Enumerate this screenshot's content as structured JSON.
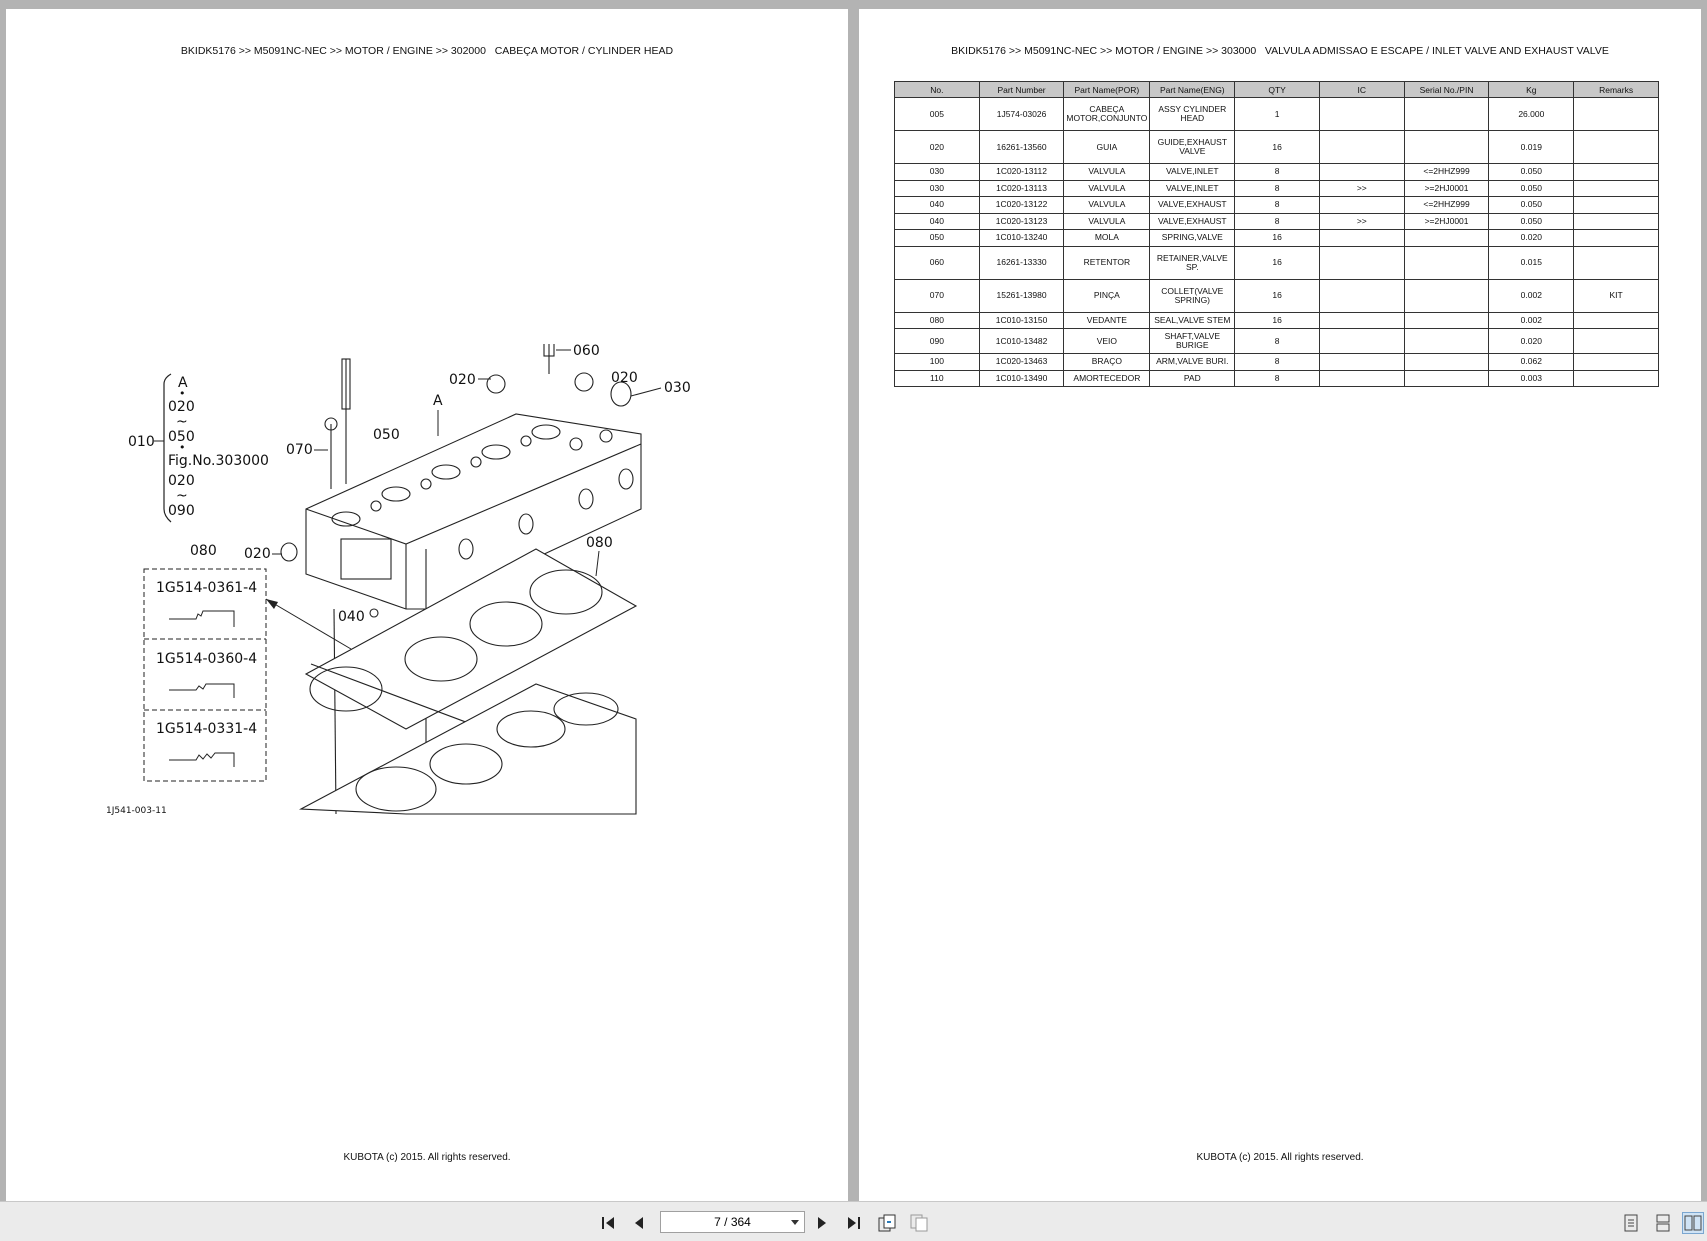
{
  "left_page": {
    "breadcrumb": "BKIDK5176 >> M5091NC-NEC >> MOTOR / ENGINE >> 302000   CABEÇA MOTOR / CYLINDER HEAD",
    "copyright": "KUBOTA (c) 2015. All rights reserved.",
    "diagram": {
      "bracket_lines": [
        "A",
        "•",
        "020",
        "~",
        "050",
        "•",
        "Fig.No.303000",
        "020",
        "~",
        "090"
      ],
      "bracket_ref": "010",
      "callouts": [
        "020",
        "060",
        "020",
        "030",
        "A",
        "050",
        "070",
        "020",
        "080",
        "080",
        "040"
      ],
      "gasket_parts": [
        "1G514-0361-4",
        "1G514-0360-4",
        "1G514-0331-4"
      ],
      "figure_id": "1J541-003-11"
    }
  },
  "right_page": {
    "breadcrumb": "BKIDK5176 >> M5091NC-NEC >> MOTOR / ENGINE >> 303000   VALVULA ADMISSAO E ESCAPE / INLET VALVE AND EXHAUST VALVE",
    "copyright": "KUBOTA (c) 2015. All rights reserved.",
    "table": {
      "headers": [
        "No.",
        "Part Number",
        "Part Name(POR)",
        "Part Name(ENG)",
        "QTY",
        "IC",
        "Serial No./PIN",
        "Kg",
        "Remarks"
      ],
      "rows": [
        [
          "005",
          "1J574-03026",
          "CABEÇA MOTOR,CONJUNTO",
          "ASSY CYLINDER HEAD",
          "1",
          "",
          "",
          "26.000",
          ""
        ],
        [
          "020",
          "16261-13560",
          "GUIA",
          "GUIDE,EXHAUST VALVE",
          "16",
          "",
          "",
          "0.019",
          ""
        ],
        [
          "030",
          "1C020-13112",
          "VALVULA",
          "VALVE,INLET",
          "8",
          "",
          "<=2HHZ999",
          "0.050",
          ""
        ],
        [
          "030",
          "1C020-13113",
          "VALVULA",
          "VALVE,INLET",
          "8",
          ">>",
          ">=2HJ0001",
          "0.050",
          ""
        ],
        [
          "040",
          "1C020-13122",
          "VALVULA",
          "VALVE,EXHAUST",
          "8",
          "",
          "<=2HHZ999",
          "0.050",
          ""
        ],
        [
          "040",
          "1C020-13123",
          "VALVULA",
          "VALVE,EXHAUST",
          "8",
          ">>",
          ">=2HJ0001",
          "0.050",
          ""
        ],
        [
          "050",
          "1C010-13240",
          "MOLA",
          "SPRING,VALVE",
          "16",
          "",
          "",
          "0.020",
          ""
        ],
        [
          "060",
          "16261-13330",
          "RETENTOR",
          "RETAINER,VALVE SP.",
          "16",
          "",
          "",
          "0.015",
          ""
        ],
        [
          "070",
          "15261-13980",
          "PINÇA",
          "COLLET(VALVE SPRING)",
          "16",
          "",
          "",
          "0.002",
          "KIT"
        ],
        [
          "080",
          "1C010-13150",
          "VEDANTE",
          "SEAL,VALVE STEM",
          "16",
          "",
          "",
          "0.002",
          ""
        ],
        [
          "090",
          "1C010-13482",
          "VEIO",
          "SHAFT,VALVE BURIGE",
          "8",
          "",
          "",
          "0.020",
          ""
        ],
        [
          "100",
          "1C020-13463",
          "BRAÇO",
          "ARM,VALVE BURI.",
          "8",
          "",
          "",
          "0.062",
          ""
        ],
        [
          "110",
          "1C010-13490",
          "AMORTECEDOR",
          "PAD",
          "8",
          "",
          "",
          "0.003",
          ""
        ]
      ]
    }
  },
  "toolbar": {
    "page_indicator": "7 / 364",
    "icons": [
      "first-page-icon",
      "prev-page-icon",
      "next-page-icon",
      "last-page-icon",
      "rotate-icon",
      "rotate-disabled-icon",
      "single-page-view-icon",
      "continuous-view-icon",
      "two-page-view-icon"
    ]
  }
}
